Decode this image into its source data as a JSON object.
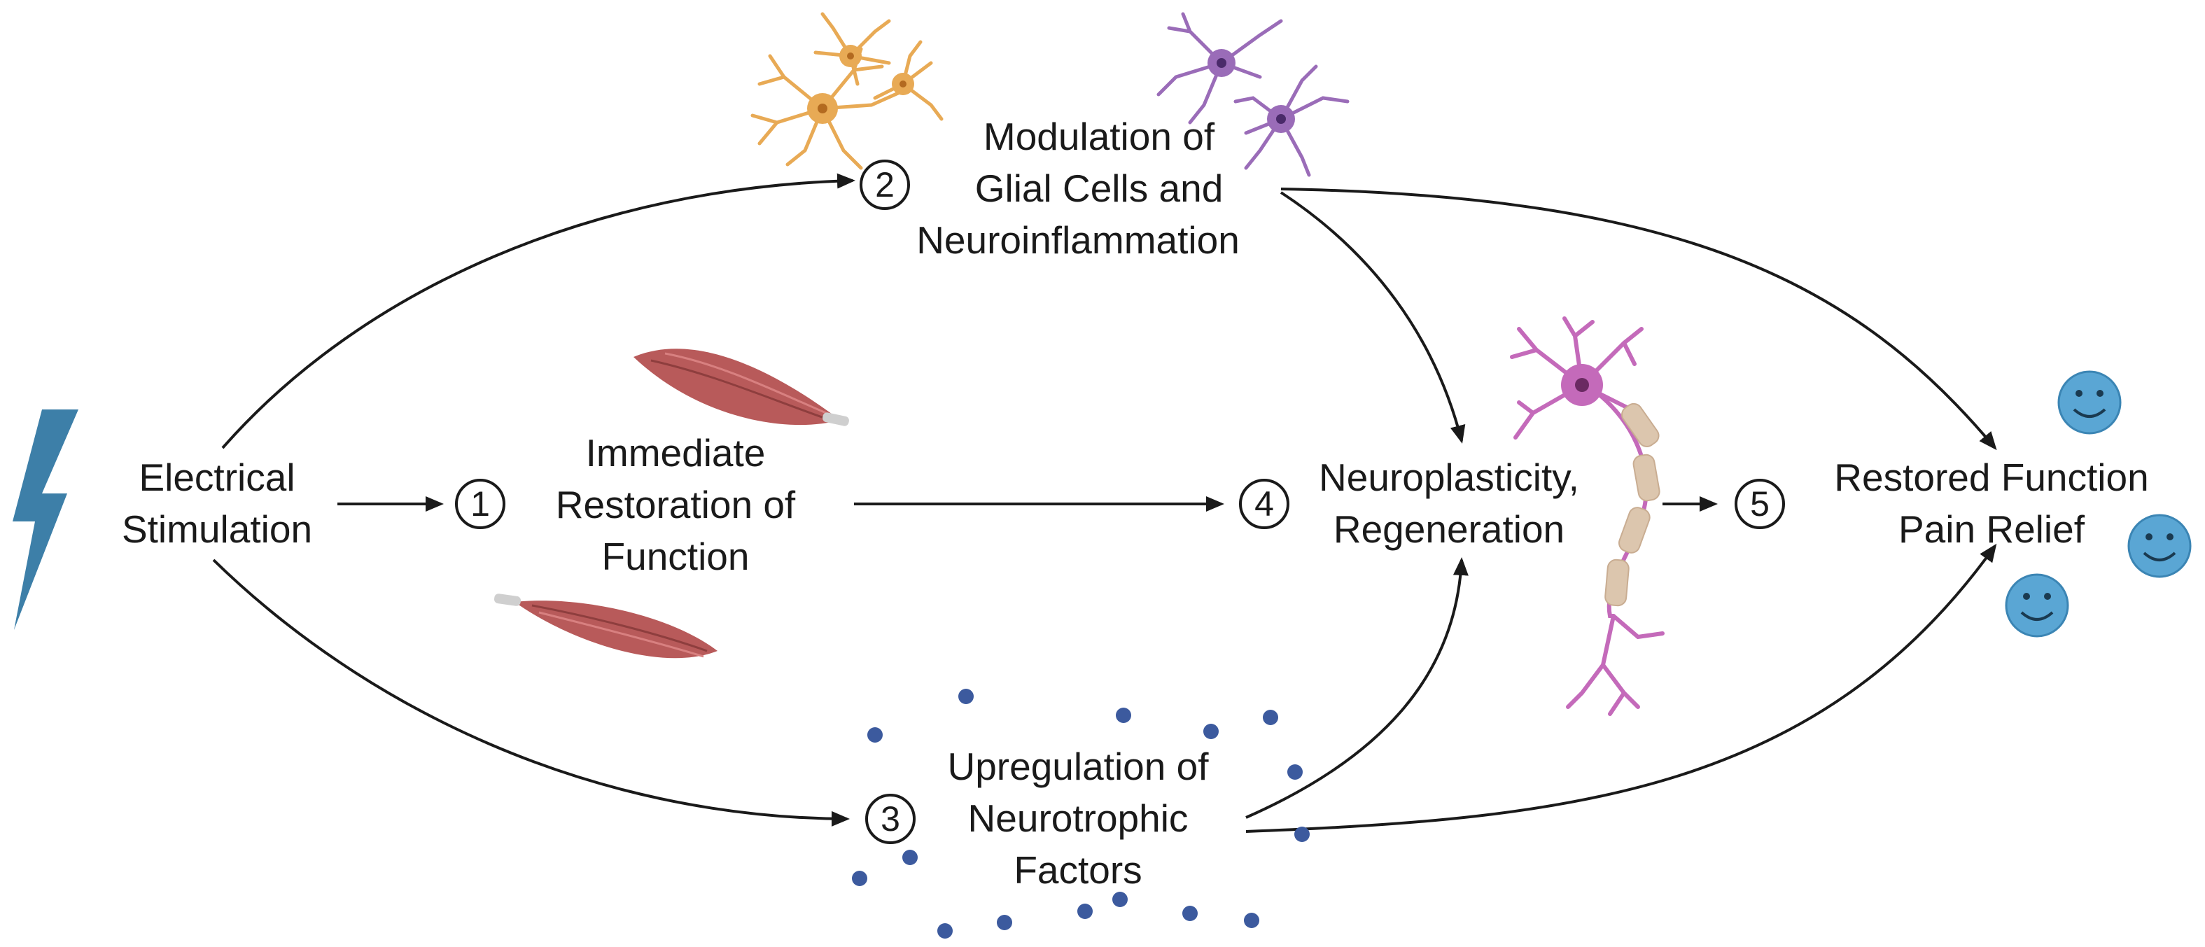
{
  "nodes": {
    "electrical": {
      "lines": [
        "Electrical",
        "Stimulation"
      ]
    },
    "step1": {
      "number": "1",
      "lines": [
        "Immediate",
        "Restoration of",
        "Function"
      ]
    },
    "step2": {
      "number": "2",
      "lines": [
        "Modulation of",
        "Glial Cells and",
        "Neuroinflammation"
      ]
    },
    "step3": {
      "number": "3",
      "lines": [
        "Upregulation of",
        "Neurotrophic",
        "Factors"
      ]
    },
    "step4": {
      "number": "4",
      "lines": [
        "Neuroplasticity,",
        "Regeneration"
      ]
    },
    "step5": {
      "number": "5",
      "lines": [
        "Restored Function",
        "Pain Relief"
      ]
    }
  },
  "colors": {
    "lightning": "#3d7fa8",
    "muscle": "#b85a5a",
    "astrocyte": "#e8aa55",
    "microglia": "#9a6cb8",
    "neuron": "#c46aba",
    "myelin": "#dcc6ae",
    "factor_dot": "#3c5a9e",
    "smiley": "#5aa6d4",
    "arrow": "#1a1a1a"
  },
  "icons": [
    "lightning-icon",
    "muscle-icon",
    "glial-cell-icon",
    "neuron-icon",
    "neurotrophic-factor-dot",
    "smiley-face-icon"
  ]
}
